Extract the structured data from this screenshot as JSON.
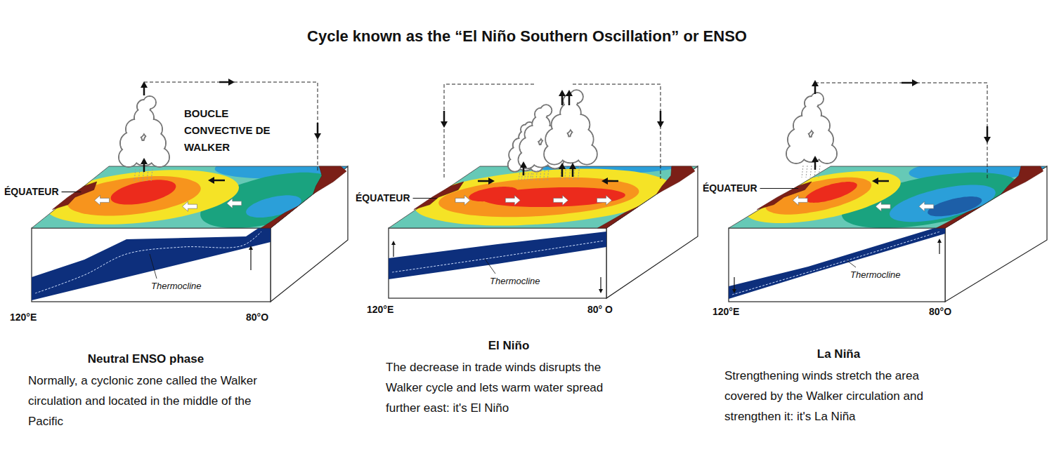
{
  "diagram": {
    "title": "Cycle known as the “El Niño Southern Oscillation” or ENSO",
    "nodes": [
      {
        "text": [
          "Neutral ENSO phase",
          "Normally, a cyclonic zone called the Walker circulation and located in the middle of the Pacific"
        ]
      },
      {
        "text": [
          "El Niño",
          "The decrease in trade winds disrupts the Walker cycle and lets warm water spread further east: it's El Niño"
        ]
      },
      {
        "text": [
          "La Niña",
          "Strengthening winds stretch the area covered by the Walker circulation and strengthen it: it's La Niña"
        ]
      }
    ],
    "labels": [
      "BOUCLE CONVECTIVE DE WALKER",
      "ÉQUATEUR",
      "Thermocline",
      "120°E",
      "80°O",
      "ÉQUATEUR",
      "Thermocline",
      "120°E",
      "80° O",
      "ÉQUATEUR",
      "Thermocline",
      "120°E",
      "80°O"
    ]
  }
}
